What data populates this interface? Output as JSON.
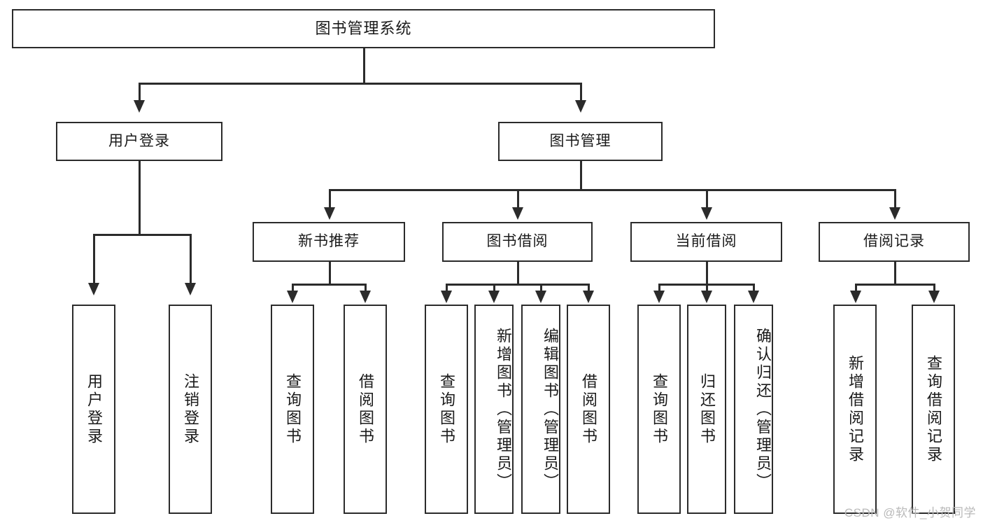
{
  "diagram": {
    "title": "图书管理系统",
    "type": "hierarchy-tree",
    "root": {
      "label": "图书管理系统"
    },
    "level1": [
      {
        "label": "用户登录"
      },
      {
        "label": "图书管理"
      }
    ],
    "level2": [
      {
        "label": "新书推荐",
        "parent": "图书管理"
      },
      {
        "label": "图书借阅",
        "parent": "图书管理"
      },
      {
        "label": "当前借阅",
        "parent": "图书管理"
      },
      {
        "label": "借阅记录",
        "parent": "图书管理"
      }
    ],
    "leaves": {
      "user_login": [
        {
          "label": "用户登录"
        },
        {
          "label": "注销登录"
        }
      ],
      "new_book_recommend": [
        {
          "label": "查询图书"
        },
        {
          "label": "借阅图书"
        }
      ],
      "book_borrow": [
        {
          "label": "查询图书"
        },
        {
          "label": "新增图书（管理员）"
        },
        {
          "label": "编辑图书（管理员）"
        },
        {
          "label": "借阅图书"
        }
      ],
      "current_borrow": [
        {
          "label": "查询图书"
        },
        {
          "label": "归还图书"
        },
        {
          "label": "确认归还（管理员）"
        }
      ],
      "borrow_record": [
        {
          "label": "新增借阅记录"
        },
        {
          "label": "查询借阅记录"
        }
      ]
    }
  },
  "watermark": {
    "text": "CSDN @软件_小贺同学"
  },
  "colors": {
    "stroke": "#2b2b2b",
    "background": "#ffffff",
    "text": "#1a1a1a",
    "watermark": "#b9b9b9"
  }
}
